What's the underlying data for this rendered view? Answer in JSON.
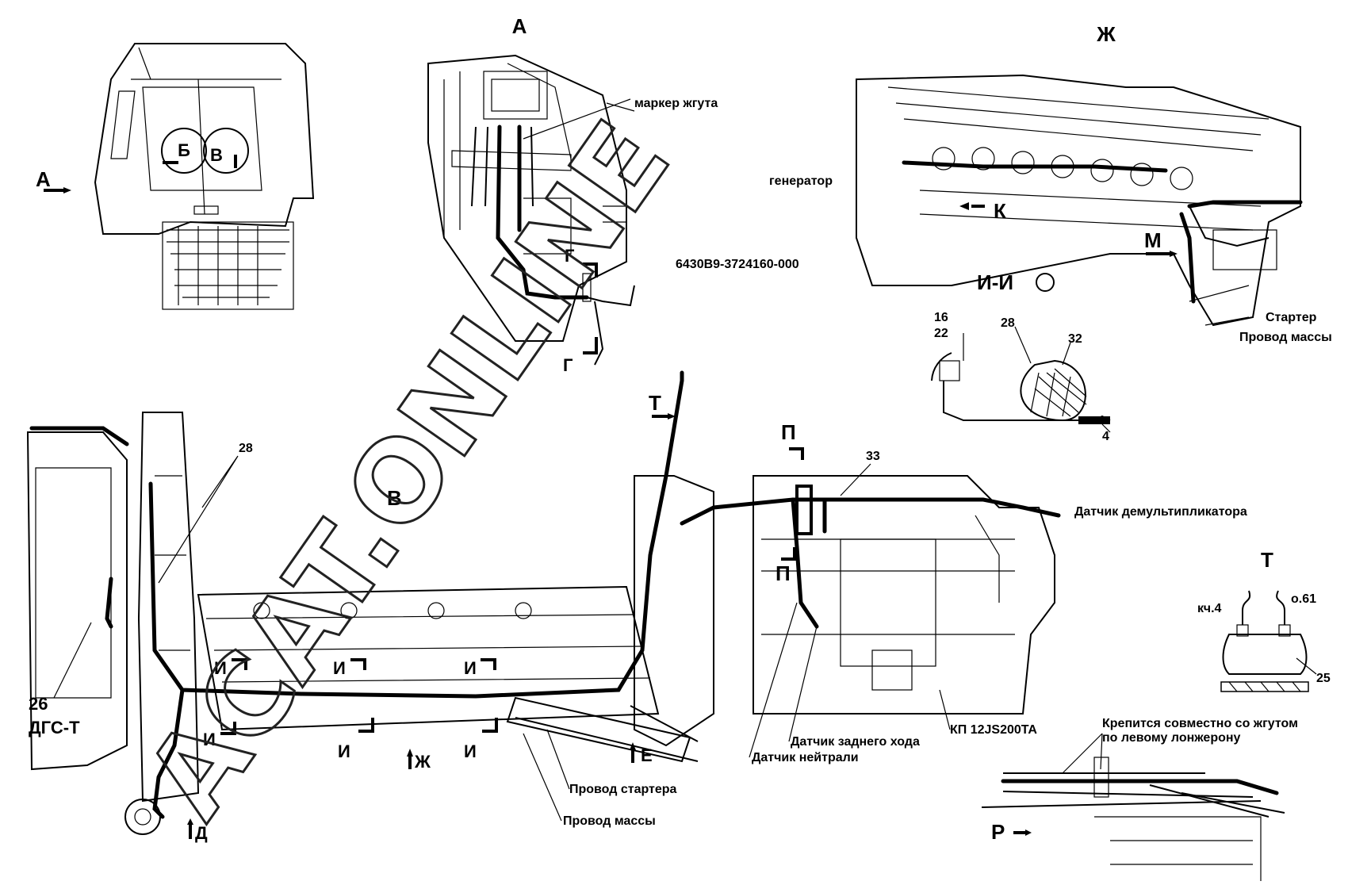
{
  "views": {
    "a": "А",
    "b": "Б",
    "v_top": "В",
    "a_arrow": "А",
    "zh": "Ж",
    "v_main": "В",
    "t": "Т",
    "ii": "И-И",
    "r": "Р"
  },
  "labels": {
    "marker": "маркер жгута",
    "part_number": "6430В9-3724160-000",
    "generator": "генератор",
    "k": "К",
    "m": "М",
    "starter": "Стартер",
    "ground_wire_top": "Провод массы",
    "g1": "Г",
    "g2": "Г",
    "t_arrow": "Т",
    "p1": "П",
    "p2": "П",
    "n33": "33",
    "n28": "28",
    "demult": "Датчик демультипликатора",
    "n16": "16",
    "n22": "22",
    "n28b": "28",
    "n32": "32",
    "n4": "4",
    "kch4": "кч.4",
    "o61": "о.61",
    "n25": "25",
    "secured_1": "Крепится совместно со жгутом",
    "secured_2": "по левому лонжерону",
    "n26": "26",
    "dgs": "ДГС-Т",
    "i1": "И",
    "i2": "И",
    "i3": "И",
    "i4": "И",
    "i5": "И",
    "i6": "И",
    "zh_arrow": "Ж",
    "e_arrow": "Е",
    "d_arrow": "Д",
    "starter_wire": "Провод стартера",
    "ground_wire": "Провод массы",
    "reverse_sensor": "Датчик заднего хода",
    "neutral_sensor": "Датчик нейтрали",
    "gearbox": "КП 12JS200TA"
  },
  "watermark": "ACAT.ONLINE"
}
